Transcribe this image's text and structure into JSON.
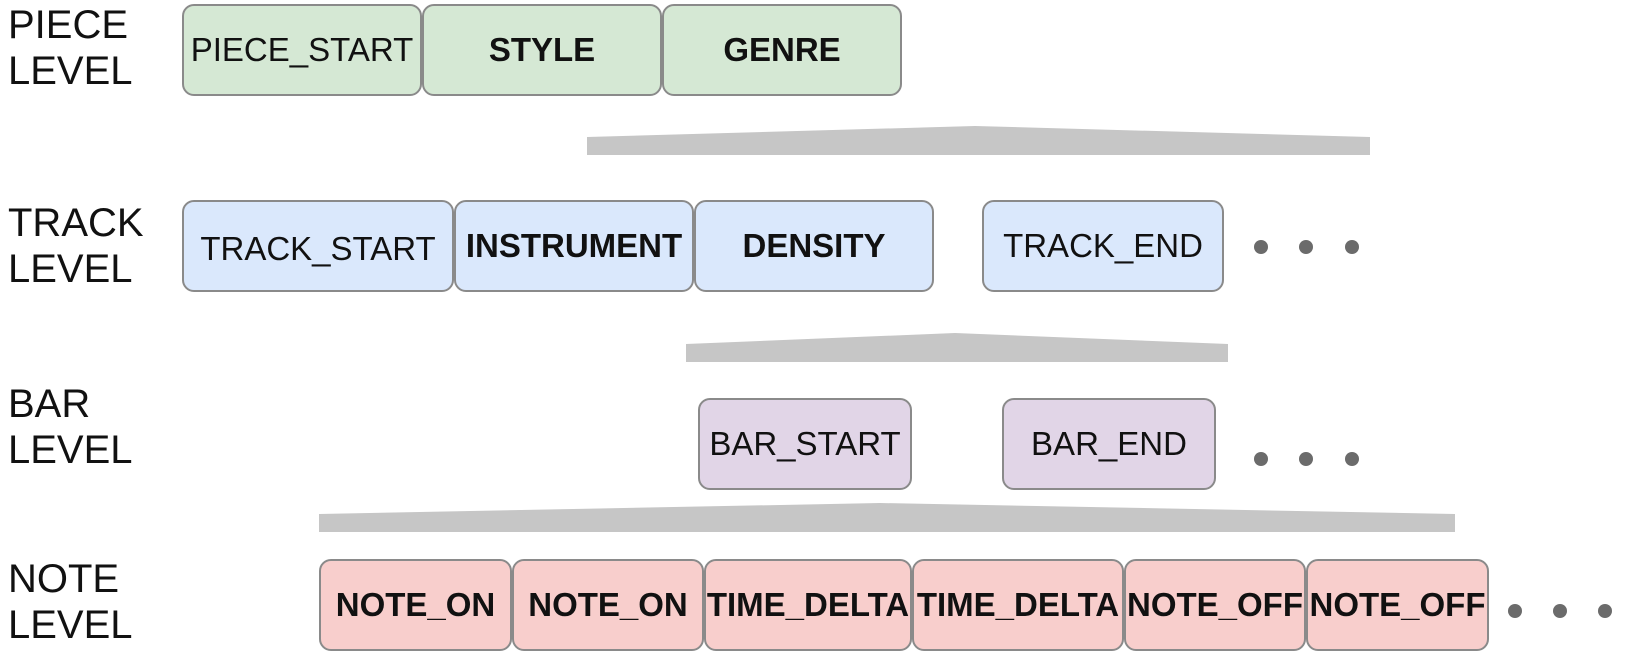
{
  "levels": {
    "piece": {
      "line1": "PIECE",
      "line2": "LEVEL"
    },
    "track": {
      "line1": "TRACK",
      "line2": "LEVEL"
    },
    "bar": {
      "line1": "BAR",
      "line2": "LEVEL"
    },
    "note": {
      "line1": "NOTE",
      "line2": "LEVEL"
    }
  },
  "tokens": {
    "piece": [
      "PIECE_START",
      "STYLE",
      "GENRE"
    ],
    "track": [
      "TRACK_START",
      "INSTRUMENT",
      "DENSITY",
      "TRACK_END"
    ],
    "bar": [
      "BAR_START",
      "BAR_END"
    ],
    "note": [
      "NOTE_ON",
      "NOTE_ON",
      "TIME_DELTA",
      "TIME_DELTA",
      "NOTE_OFF",
      "NOTE_OFF"
    ]
  },
  "colors": {
    "piece": "#d5e8d4",
    "track": "#dae8fc",
    "bar": "#e1d5e7",
    "note": "#f8cecc",
    "expander": "#c6c6c6",
    "dots": "#6b6b6b"
  }
}
